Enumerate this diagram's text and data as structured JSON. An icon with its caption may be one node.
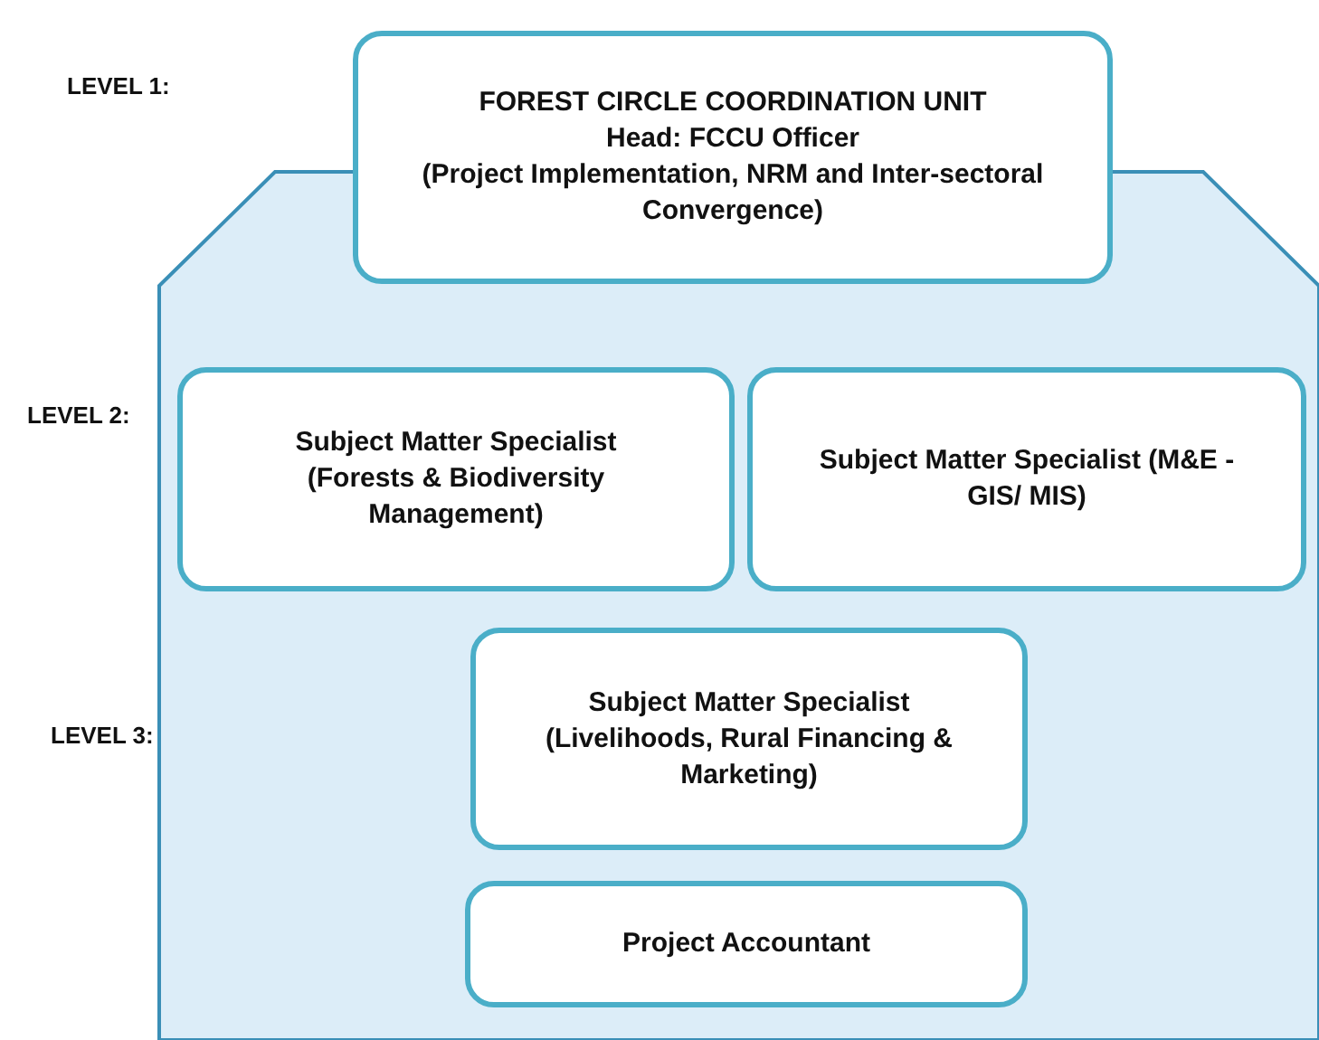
{
  "diagram": {
    "nodes": [
      {
        "text": [
          "FOREST CIRCLE COORDINATION UNIT",
          "Head: FCCU Officer",
          "(Project Implementation, NRM and Inter-sectoral Convergence)"
        ]
      },
      {
        "text": [
          "Subject Matter Specialist (Forests & Biodiversity Management)"
        ]
      },
      {
        "text": [
          "Subject Matter Specialist (M&E - GIS/ MIS)"
        ]
      },
      {
        "text": [
          "Subject Matter Specialist (Livelihoods, Rural Financing & Marketing)"
        ]
      },
      {
        "text": [
          "Project Accountant"
        ]
      }
    ],
    "labels": [
      "LEVEL 1:",
      "LEVEL 2:",
      "LEVEL 3:"
    ]
  }
}
